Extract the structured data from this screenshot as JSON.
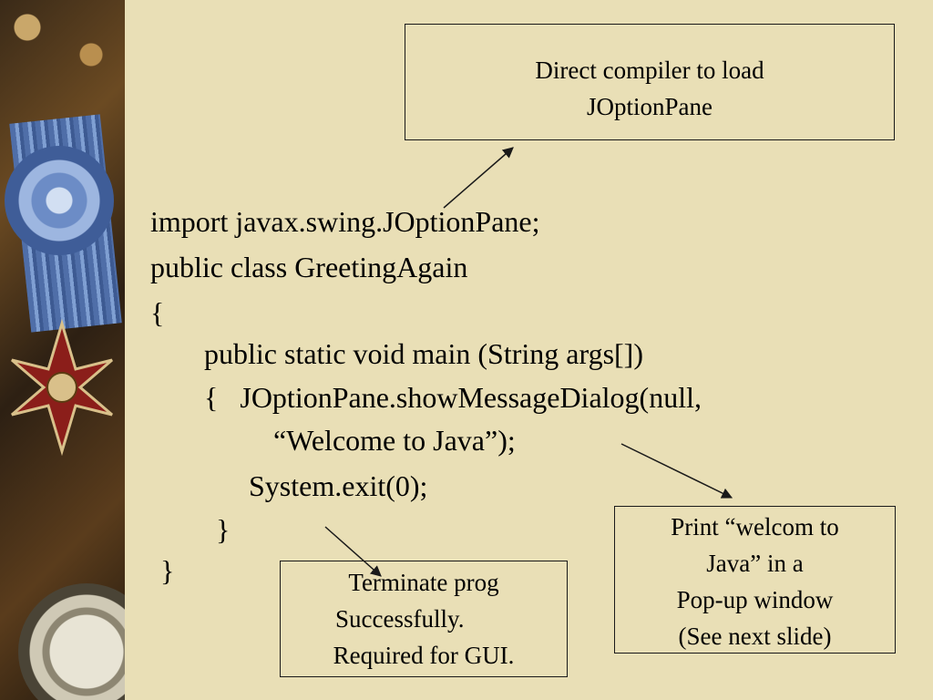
{
  "code_lines": [
    "import javax.swing.JOptionPane;",
    "public class GreetingAgain",
    "{",
    "public static void main (String args[])",
    "{   JOptionPane.showMessageDialog(null,",
    "“Welcome to Java”);",
    "System.exit(0);",
    "}",
    "}"
  ],
  "callouts": {
    "import_note": [
      "Direct compiler to load",
      "JOptionPane"
    ],
    "print_note": [
      "Print “welcom to",
      "Java” in a",
      "Pop-up window",
      "(See next slide)"
    ],
    "exit_note": [
      "Terminate prog",
      "Successfully.",
      "Required for GUI."
    ]
  },
  "colors": {
    "background": "#e9dfb6",
    "text": "#000000",
    "border": "#1a1a1a"
  }
}
